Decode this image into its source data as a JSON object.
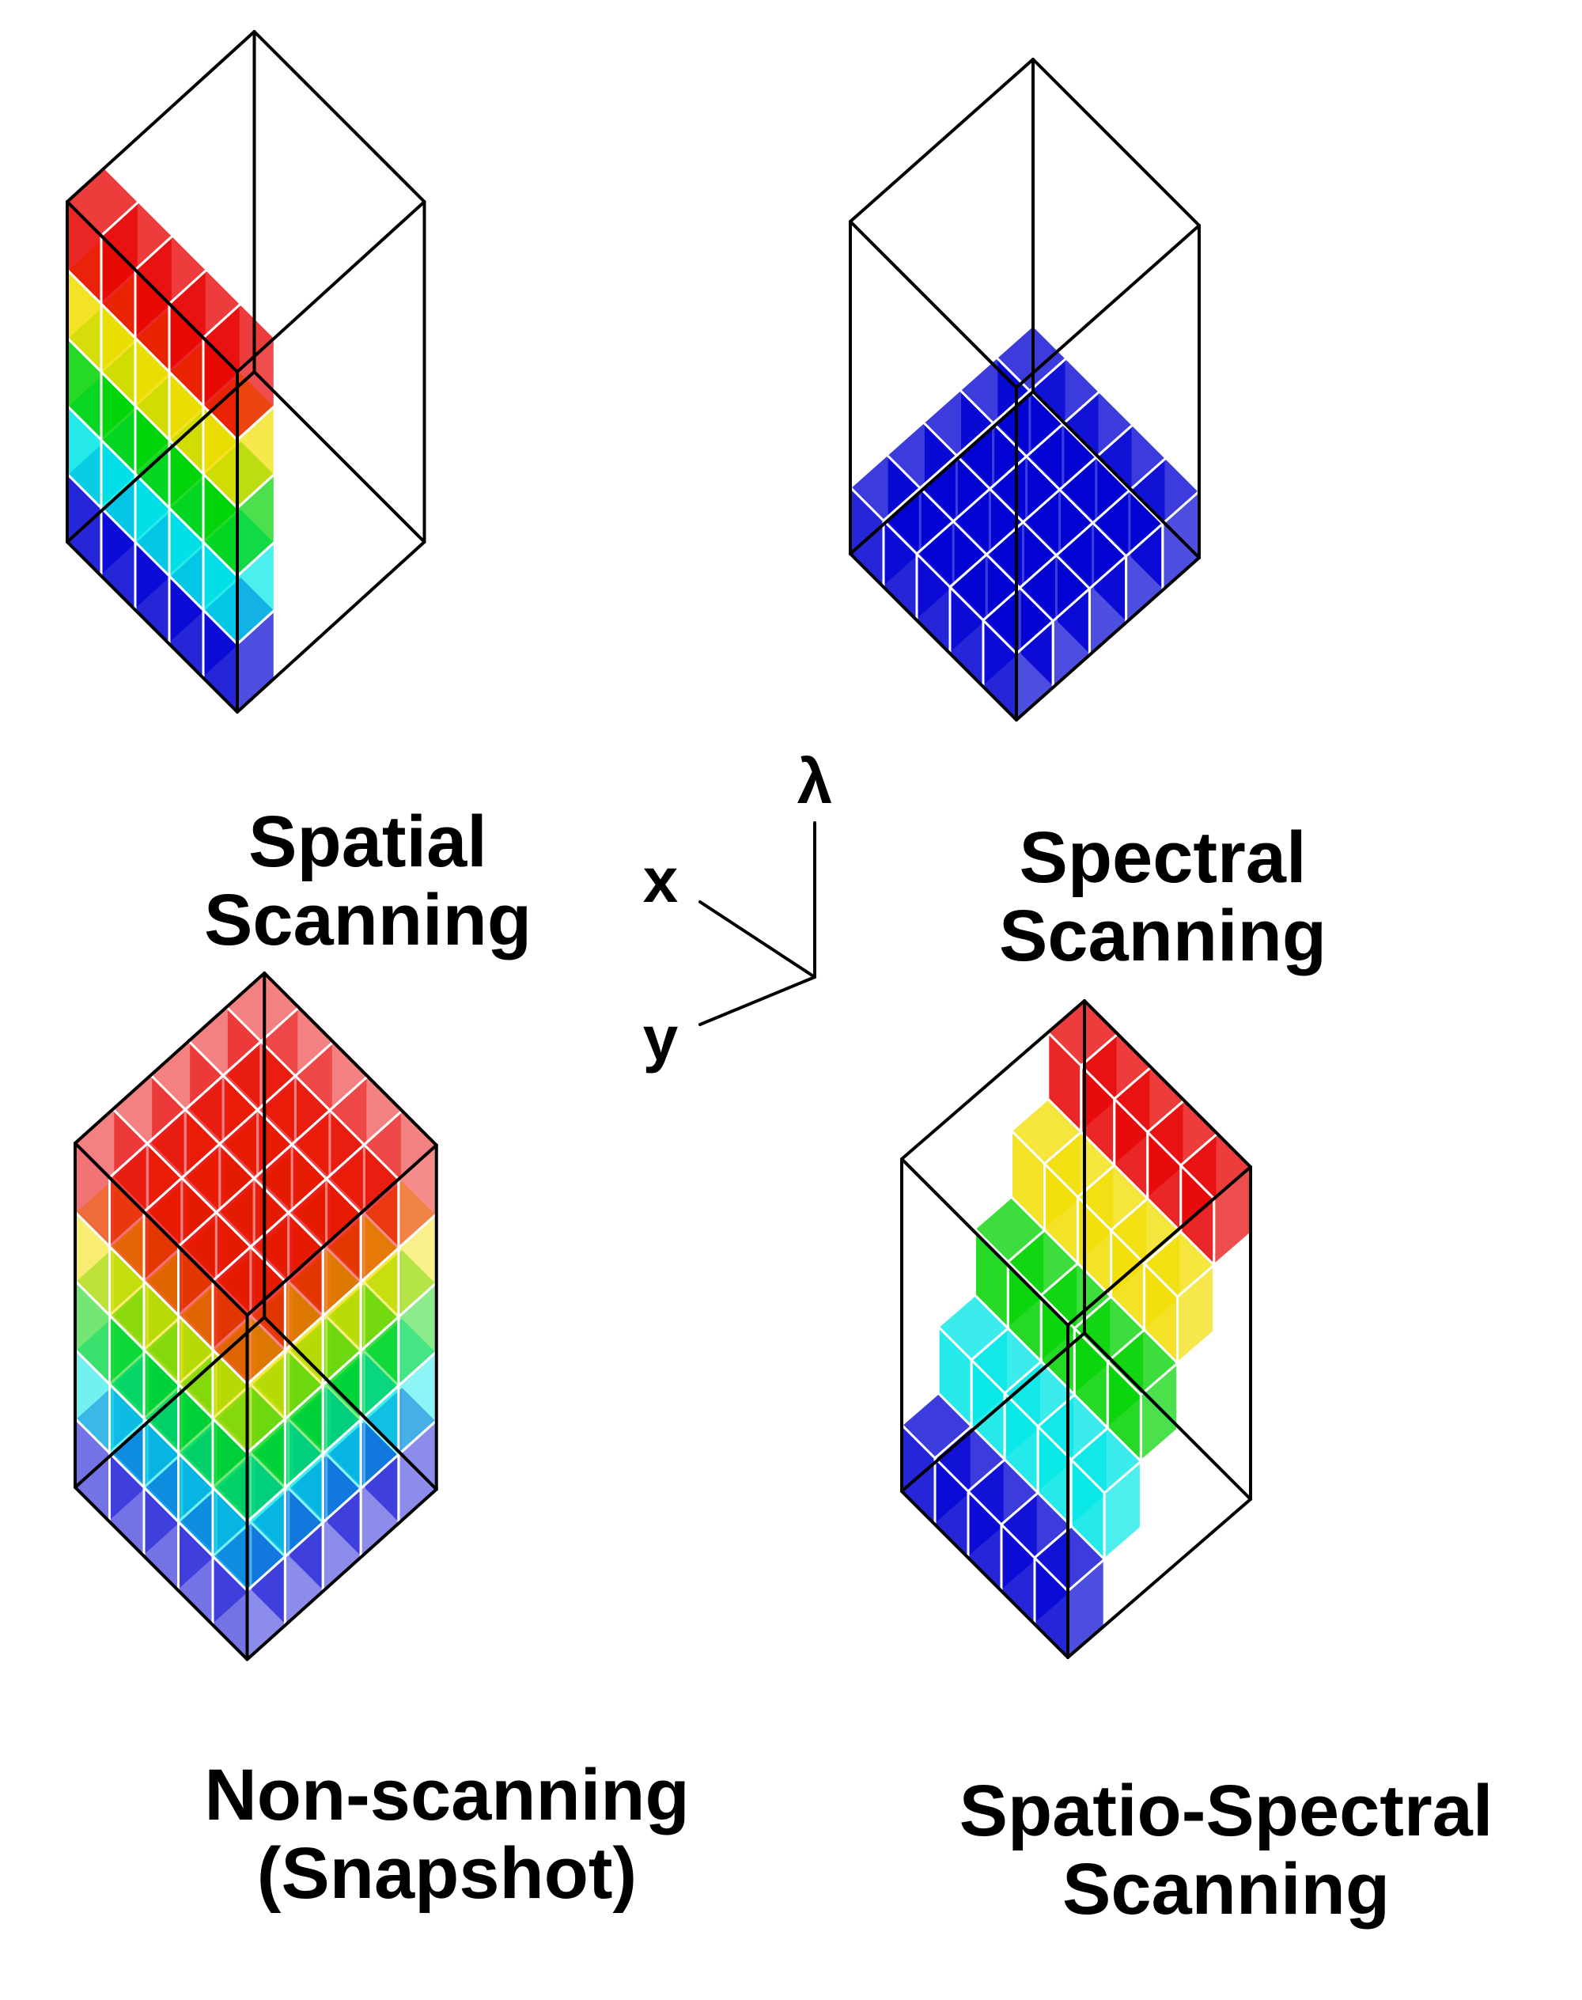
{
  "colors": {
    "red": "#e60000",
    "yellow": "#f2dd00",
    "green": "#00d200",
    "cyan": "#00e6e6",
    "blue": "#0000d2",
    "edge": "#000000",
    "grid": "#ffffff"
  },
  "panels": [
    {
      "id": "spatial",
      "caption_lines": [
        "Spatial",
        "Scanning"
      ],
      "fill": "one y-slice at front containing all five wavelength bands"
    },
    {
      "id": "spectral",
      "caption_lines": [
        "Spectral",
        "Scanning"
      ],
      "fill": "one wavelength band (blue) across the full x-y plane"
    },
    {
      "id": "non-scanning",
      "caption_lines": [
        "Non-scanning",
        "(Snapshot)"
      ],
      "fill": "entire cube, all bands"
    },
    {
      "id": "spatio-spectral",
      "caption_lines": [
        "Spatio-Spectral",
        "Scanning"
      ],
      "fill": "diagonal staircase, one band per y-slice"
    }
  ],
  "axes": {
    "lambda_label": "λ",
    "x_label": "x",
    "y_label": "y"
  }
}
